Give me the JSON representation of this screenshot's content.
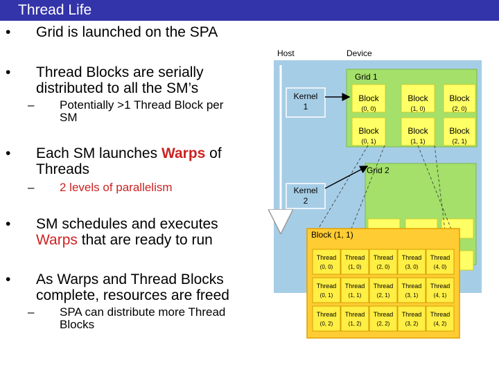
{
  "title": "Thread Life",
  "bullets": [
    {
      "text": "Grid is launched on the SPA"
    },
    {
      "text": "Thread Blocks are serially",
      "text2": "distributed to all the SM’s"
    },
    {
      "sub": "Potentially >1 Thread Block per",
      "sub2": "SM"
    },
    {
      "pre": "Each SM launches ",
      "highlight": "Warps",
      "post": " of",
      "text2": "Threads"
    },
    {
      "sub": "2 levels of parallelism"
    },
    {
      "text": "SM schedules and executes",
      "highlight": "Warps",
      "post": " that are ready to run"
    },
    {
      "text": "As Warps and Thread Blocks",
      "text2": "complete, resources are freed"
    },
    {
      "sub": "SPA can distribute more Thread",
      "sub2": "Blocks"
    }
  ],
  "bullet_marker": "•",
  "dash_marker": "–",
  "diagram": {
    "host_label": "Host",
    "device_label": "Device",
    "kernel1": [
      "Kernel",
      "1"
    ],
    "kernel2": [
      "Kernel",
      "2"
    ],
    "grid1_label": "Grid 1",
    "grid2_label": "Grid 2",
    "grid1_blocks": [
      [
        "Block",
        "(0, 0)"
      ],
      [
        "Block",
        "(1, 0)"
      ],
      [
        "Block",
        "(2, 0)"
      ],
      [
        "Block",
        "(0, 1)"
      ],
      [
        "Block",
        "(1, 1)"
      ],
      [
        "Block",
        "(2, 1)"
      ]
    ],
    "block_detail_label": "Block (1, 1)",
    "thread_word": "Thread",
    "thread_ids": [
      [
        "(0, 0)",
        "(1, 0)",
        "(2, 0)",
        "(3, 0)",
        "(4, 0)"
      ],
      [
        "(0, 1)",
        "(1, 1)",
        "(2, 1)",
        "(3, 1)",
        "(4, 1)"
      ],
      [
        "(0, 2)",
        "(1, 2)",
        "(2, 2)",
        "(3, 2)",
        "(4, 2)"
      ]
    ],
    "colors": {
      "title_bar": "#3333aa",
      "device_bg": "#a6cde6",
      "grid_bg": "#a4e06a",
      "grid_border": "#7ab848",
      "block_bg": "#ffff66",
      "block_detail_bg": "#ffcc33",
      "block_detail_border": "#e0a000",
      "thread_bg": "#ffee44",
      "highlight": "#cc2222"
    }
  }
}
